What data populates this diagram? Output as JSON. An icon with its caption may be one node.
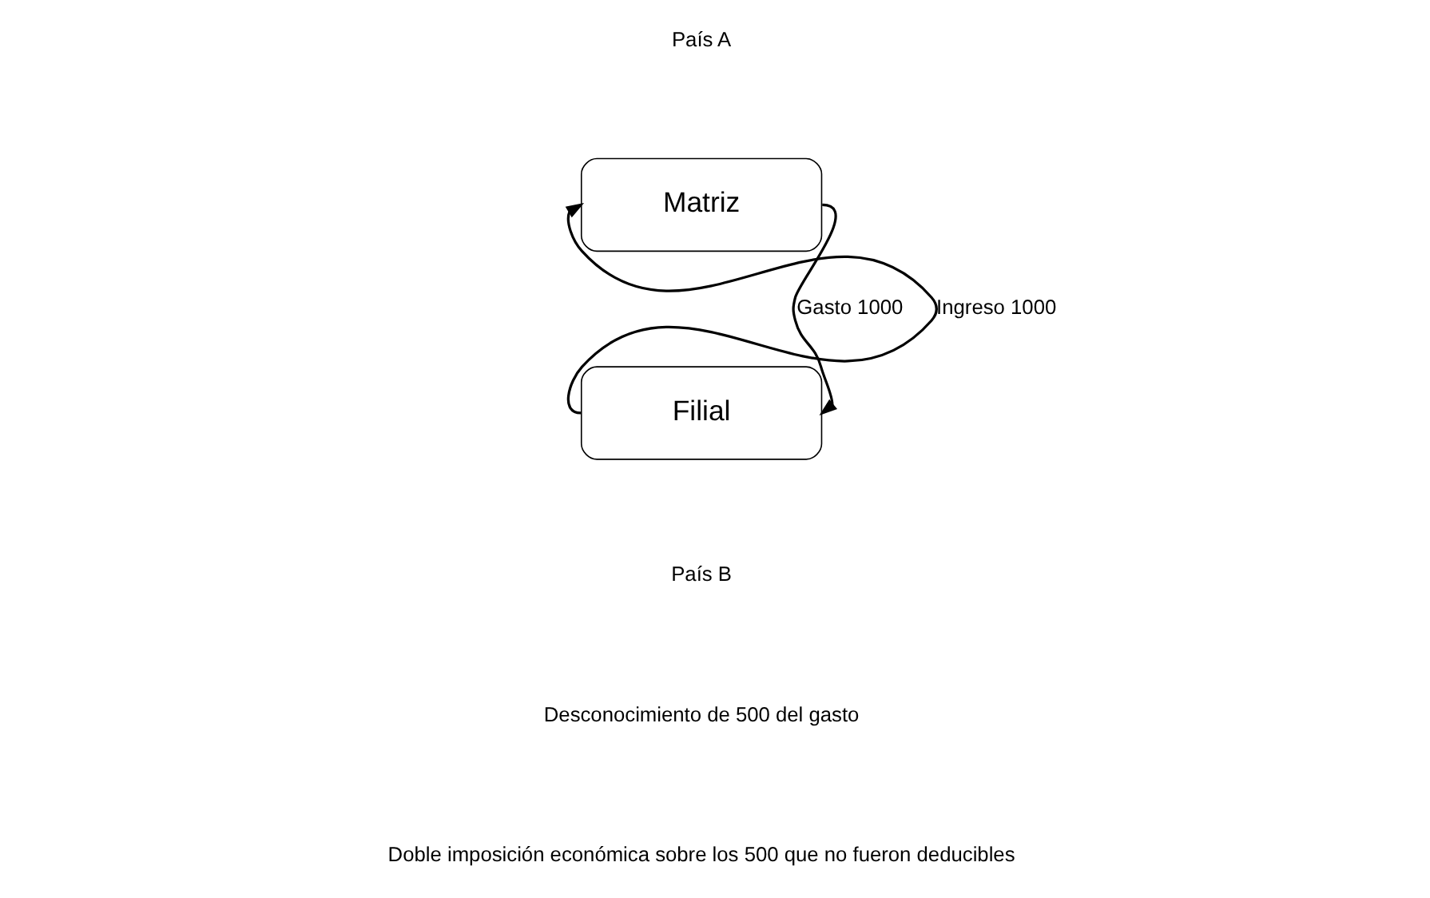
{
  "diagram": {
    "nodes": [
      {
        "text": [
          "Matriz"
        ]
      },
      {
        "text": [
          "Filial"
        ]
      }
    ],
    "edges": [
      {
        "from": 1,
        "to": 0,
        "arrow": "to",
        "label": "Ingreso 1000"
      },
      {
        "from": 0,
        "to": 1,
        "arrow": "to",
        "label": "Gasto 1000"
      }
    ],
    "labels": [
      "País A",
      "País B",
      "Desconocimiento de 500 del gasto",
      "Doble imposición económica sobre los 500 que no fueron deducibles"
    ]
  }
}
